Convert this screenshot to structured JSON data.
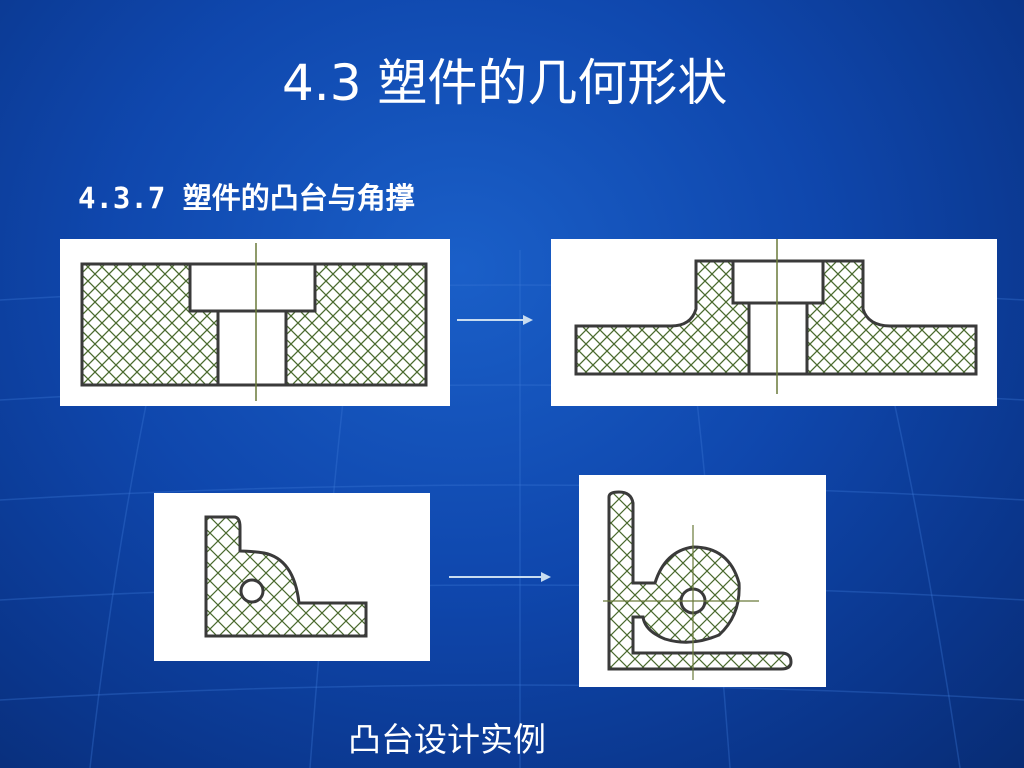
{
  "slide": {
    "title": "4.3 塑件的几何形状",
    "subtitle": "4.3.7 塑件的凸台与角撑",
    "caption": "凸台设计实例"
  },
  "figures": [
    {
      "name": "boss-original",
      "description_icon": "boss-section-before"
    },
    {
      "name": "boss-improved",
      "description_icon": "boss-section-after"
    },
    {
      "name": "bracket-original",
      "description_icon": "bracket-section-before"
    },
    {
      "name": "bracket-improved",
      "description_icon": "bracket-section-after"
    }
  ],
  "colors": {
    "background": "#0f47ad",
    "text": "#ffffff",
    "outline": "#3a3a3a",
    "hatch": "#4a6a2e",
    "arrow": "#c8dcf0"
  }
}
